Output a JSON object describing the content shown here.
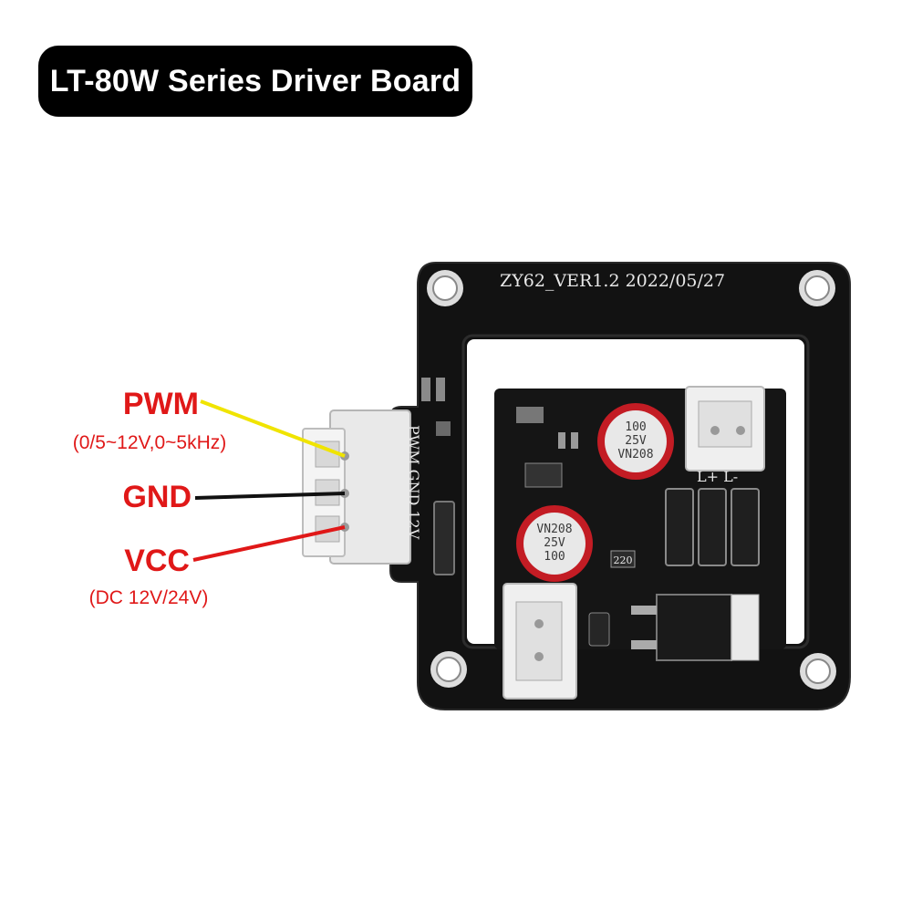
{
  "title": "LT-80W Series Driver Board",
  "pins": [
    {
      "name": "PWM",
      "detail": "(0/5~12V,0~5kHz)",
      "wire_color": "#f0e400"
    },
    {
      "name": "GND",
      "detail": "",
      "wire_color": "#111111"
    },
    {
      "name": "VCC",
      "detail": "(DC 12V/24V)",
      "wire_color": "#e01818"
    }
  ],
  "board": {
    "silkscreen_header": "ZY62_VER1.2  2022/05/27",
    "connector_silkscreen": "PWM GND 12V",
    "capacitor_labels": [
      "100",
      "25V",
      "VN208"
    ],
    "inductor_label": "220",
    "pad_label": "L+ L-"
  },
  "colors": {
    "label_red": "#e01818",
    "board": "#121212",
    "title_bg": "#000000"
  }
}
